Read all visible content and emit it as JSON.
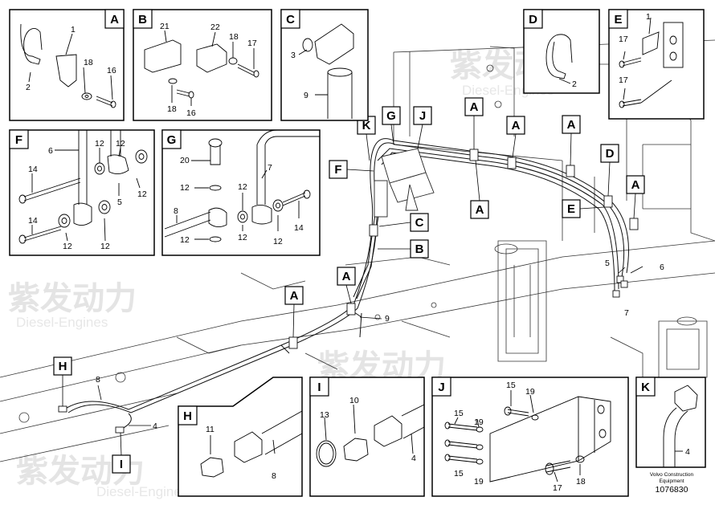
{
  "watermark": {
    "cn": "紫发动力",
    "en": "Diesel-Engines"
  },
  "detail_boxes": [
    {
      "letter": "A",
      "parts": [
        "1",
        "2",
        "16",
        "18"
      ]
    },
    {
      "letter": "B",
      "parts": [
        "21",
        "22",
        "18",
        "17",
        "18",
        "16"
      ]
    },
    {
      "letter": "C",
      "parts": [
        "3",
        "9"
      ]
    },
    {
      "letter": "D",
      "parts": [
        "2"
      ]
    },
    {
      "letter": "E",
      "parts": [
        "1",
        "17",
        "17"
      ]
    },
    {
      "letter": "F",
      "parts": [
        "6",
        "12",
        "14",
        "12",
        "12",
        "5",
        "14",
        "12",
        "12"
      ]
    },
    {
      "letter": "G",
      "parts": [
        "20",
        "7",
        "12",
        "12",
        "8",
        "12",
        "12",
        "14",
        "12"
      ]
    },
    {
      "letter": "H",
      "parts": [
        "11",
        "8"
      ]
    },
    {
      "letter": "I",
      "parts": [
        "10",
        "13",
        "4"
      ]
    },
    {
      "letter": "J",
      "parts": [
        "15",
        "19",
        "15",
        "19",
        "15",
        "19",
        "17",
        "18"
      ]
    },
    {
      "letter": "K",
      "parts": [
        "4"
      ]
    }
  ],
  "main_callouts": [
    "K",
    "G",
    "J",
    "F",
    "C",
    "B",
    "A",
    "A",
    "A",
    "A",
    "A",
    "A",
    "A",
    "D",
    "E",
    "H",
    "I"
  ],
  "main_parts": [
    "9",
    "5",
    "6",
    "7",
    "8",
    "4"
  ],
  "footer": {
    "line1": "Volvo Construction",
    "line2": "Equipment",
    "number": "1076830"
  }
}
